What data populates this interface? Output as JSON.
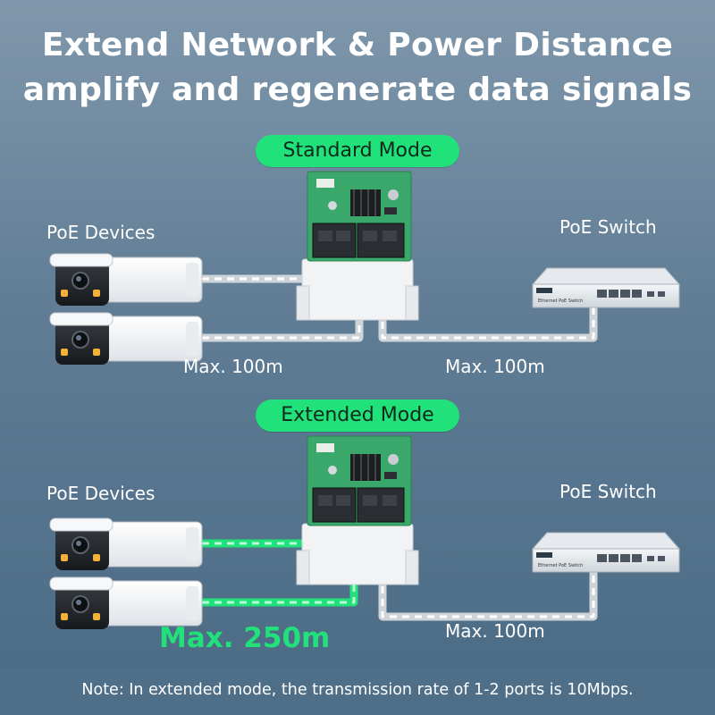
{
  "header": {
    "title_line1": "Extend Network & Power Distance",
    "title_line2": "amplify and regenerate data signals"
  },
  "standard": {
    "mode_label": "Standard Mode",
    "devices_label": "PoE Devices",
    "switch_label": "PoE Switch",
    "left_distance": "Max. 100m",
    "right_distance": "Max. 100m"
  },
  "extended": {
    "mode_label": "Extended Mode",
    "devices_label": "PoE Devices",
    "switch_label": "PoE Switch",
    "left_distance": "Max. 250m",
    "right_distance": "Max. 100m"
  },
  "footer": {
    "note": "Note: In extended mode, the transmission rate of 1-2 ports is 10Mbps."
  },
  "colors": {
    "accent_green": "#21e27a",
    "cable_gray": "#d9dde2",
    "board_green": "#3aa86a"
  }
}
